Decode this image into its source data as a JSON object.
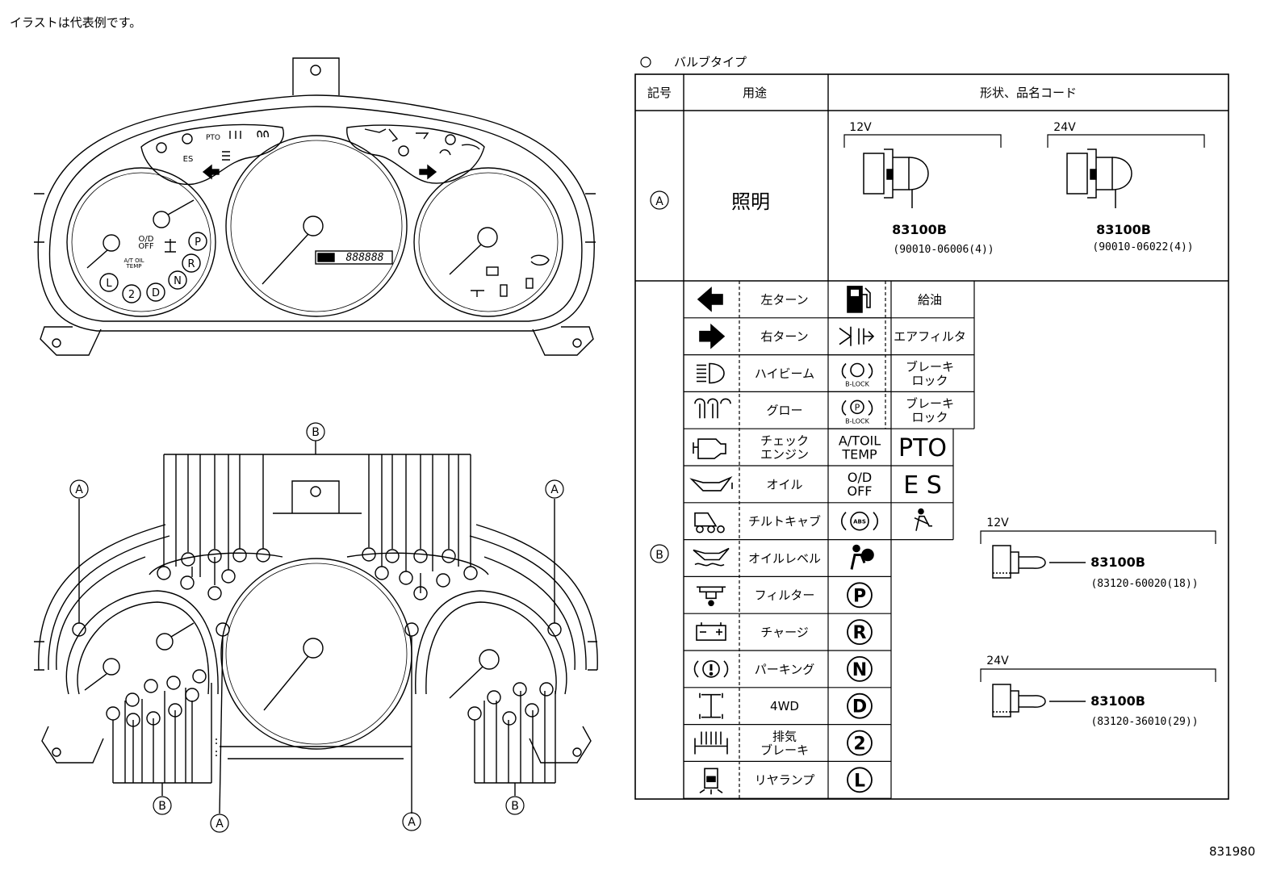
{
  "header_note": "イラストは代表例です。",
  "figure_code": "831980",
  "legend": {
    "title": "バルブタイプ",
    "columns": [
      "記号",
      "用途",
      "形状、品名コード"
    ]
  },
  "row_a": {
    "symbol": "A",
    "usage": "照明",
    "bulbs": [
      {
        "voltage": "12V",
        "part": "83100B",
        "code": "(90010-06006(4))"
      },
      {
        "voltage": "24V",
        "part": "83100B",
        "code": "(90010-06022(4))"
      }
    ]
  },
  "row_b": {
    "symbol": "B",
    "bulbs": [
      {
        "voltage": "12V",
        "part": "83100B",
        "code": "(83120-60020(18))"
      },
      {
        "voltage": "24V",
        "part": "83100B",
        "code": "(83120-36010(29))"
      }
    ],
    "col1": [
      {
        "icon": "left-arrow-icon",
        "label": "左ターン"
      },
      {
        "icon": "right-arrow-icon",
        "label": "右ターン"
      },
      {
        "icon": "high-beam-icon",
        "label": "ハイビーム"
      },
      {
        "icon": "glow-plug-icon",
        "label": "グロー"
      },
      {
        "icon": "check-engine-icon",
        "label": "チェック\nエンジン"
      },
      {
        "icon": "oil-can-icon",
        "label": "オイル"
      },
      {
        "icon": "tilt-cab-icon",
        "label": "チルトキャブ"
      },
      {
        "icon": "oil-level-icon",
        "label": "オイルレベル"
      },
      {
        "icon": "filter-icon",
        "label": "フィルター"
      },
      {
        "icon": "battery-icon",
        "label": "チャージ"
      },
      {
        "icon": "parking-brake-icon",
        "label": "パーキング"
      },
      {
        "icon": "4wd-icon",
        "label": "4WD"
      },
      {
        "icon": "exhaust-brake-icon",
        "label": "排気\nブレーキ"
      },
      {
        "icon": "rear-lamp-icon",
        "label": "リヤランプ"
      }
    ],
    "col2": [
      {
        "icon": "fuel-pump-icon",
        "label": "給油"
      },
      {
        "icon": "air-filter-icon",
        "label": "エアフィルタ"
      },
      {
        "icon": "brake-lock-icon",
        "sub": "B-LOCK",
        "label": "ブレーキ\nロック"
      },
      {
        "icon": "brake-lock-p-icon",
        "sub": "B-LOCK",
        "label": "ブレーキ\nロック"
      }
    ],
    "col2_texts": [
      {
        "text": "A/TOIL\nTEMP"
      },
      {
        "text": "O/D\nOFF"
      }
    ],
    "col3_texts": [
      "PTO",
      "E S"
    ],
    "col2_lower": [
      "ABS",
      "airbag",
      "P",
      "R",
      "N",
      "D",
      "2",
      "L"
    ]
  },
  "cluster_labels": {
    "gear_letters": [
      "P",
      "R",
      "N",
      "D",
      "2",
      "L"
    ],
    "od_off": "O/D\nOFF",
    "at_oil_temp": "A/T OIL\nTEMP",
    "pto": "PTO",
    "es": "ES",
    "odometer": "888888"
  },
  "callouts": {
    "a": "A",
    "b": "B"
  }
}
